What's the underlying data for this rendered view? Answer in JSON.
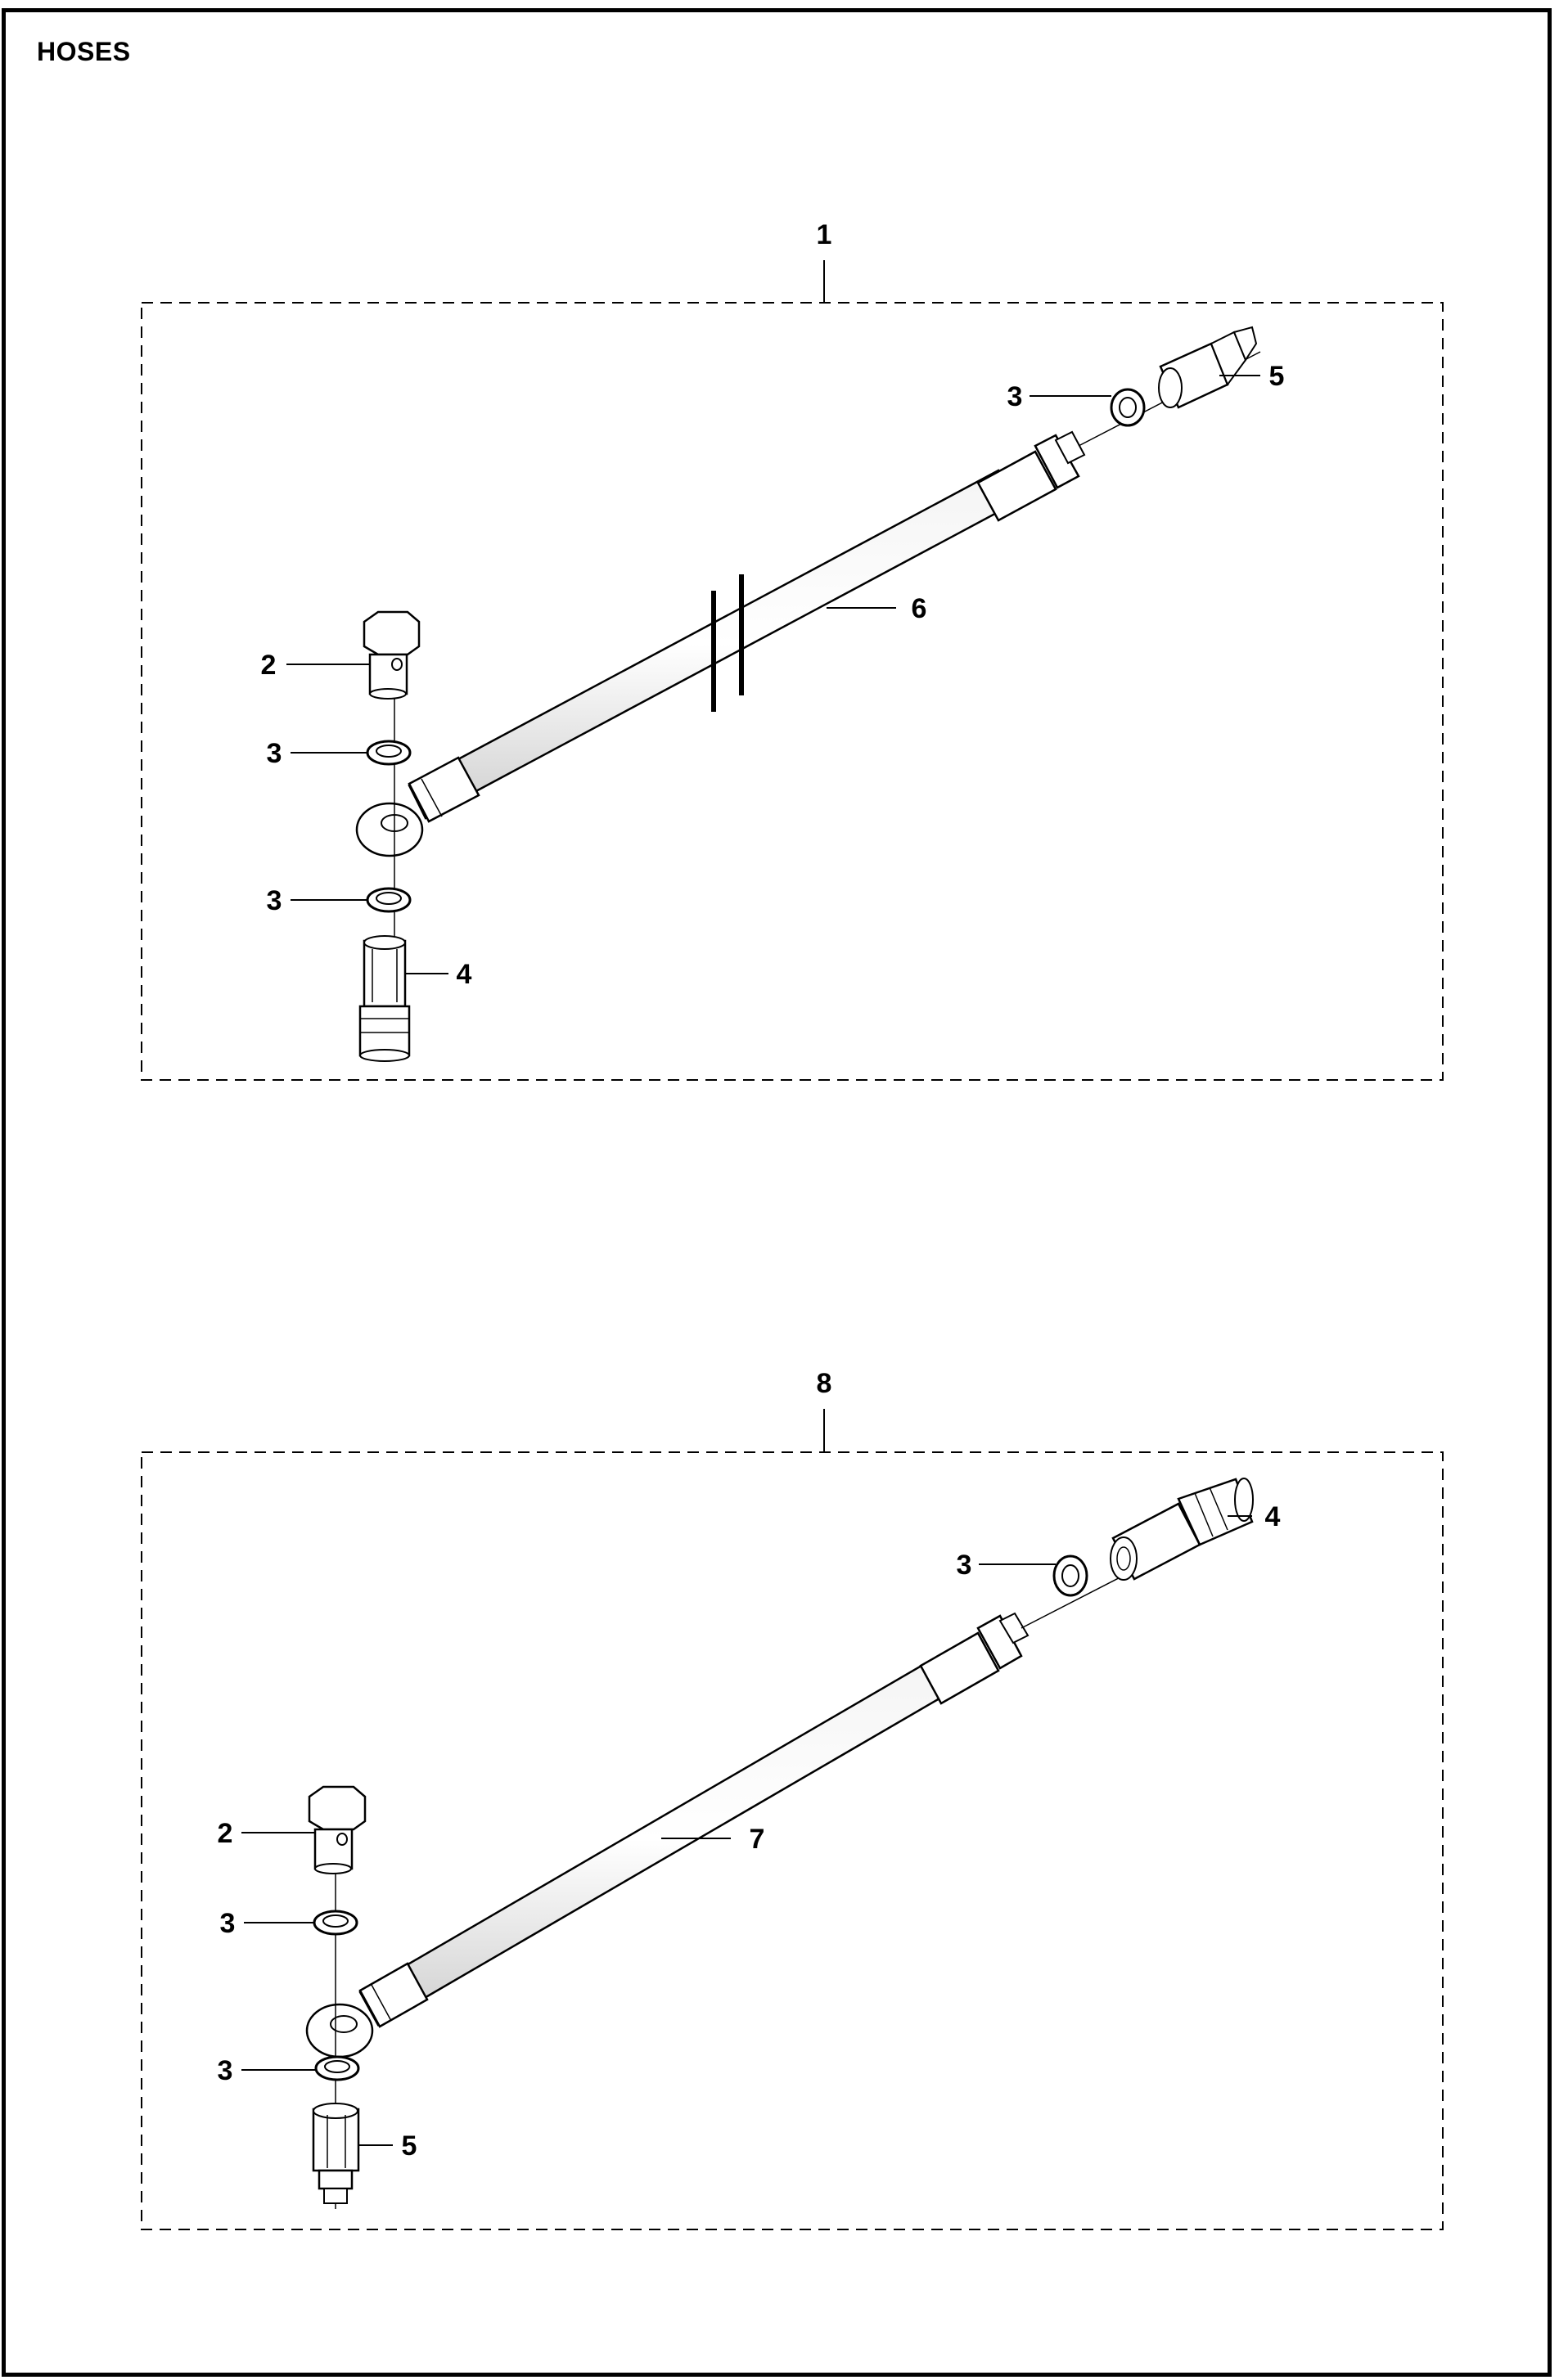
{
  "title": "HOSES",
  "assemblies": [
    {
      "callout": "1",
      "parts": {
        "bolt": "2",
        "washer_upper_left": "3",
        "washer_lower_left": "3",
        "coupling": "4",
        "washer_right": "3",
        "adapter": "5",
        "hose": "6"
      }
    },
    {
      "callout": "8",
      "parts": {
        "bolt": "2",
        "washer_upper_left": "3",
        "washer_lower_left": "3",
        "adapter": "5",
        "washer_right": "3",
        "coupling": "4",
        "hose": "7"
      }
    }
  ]
}
